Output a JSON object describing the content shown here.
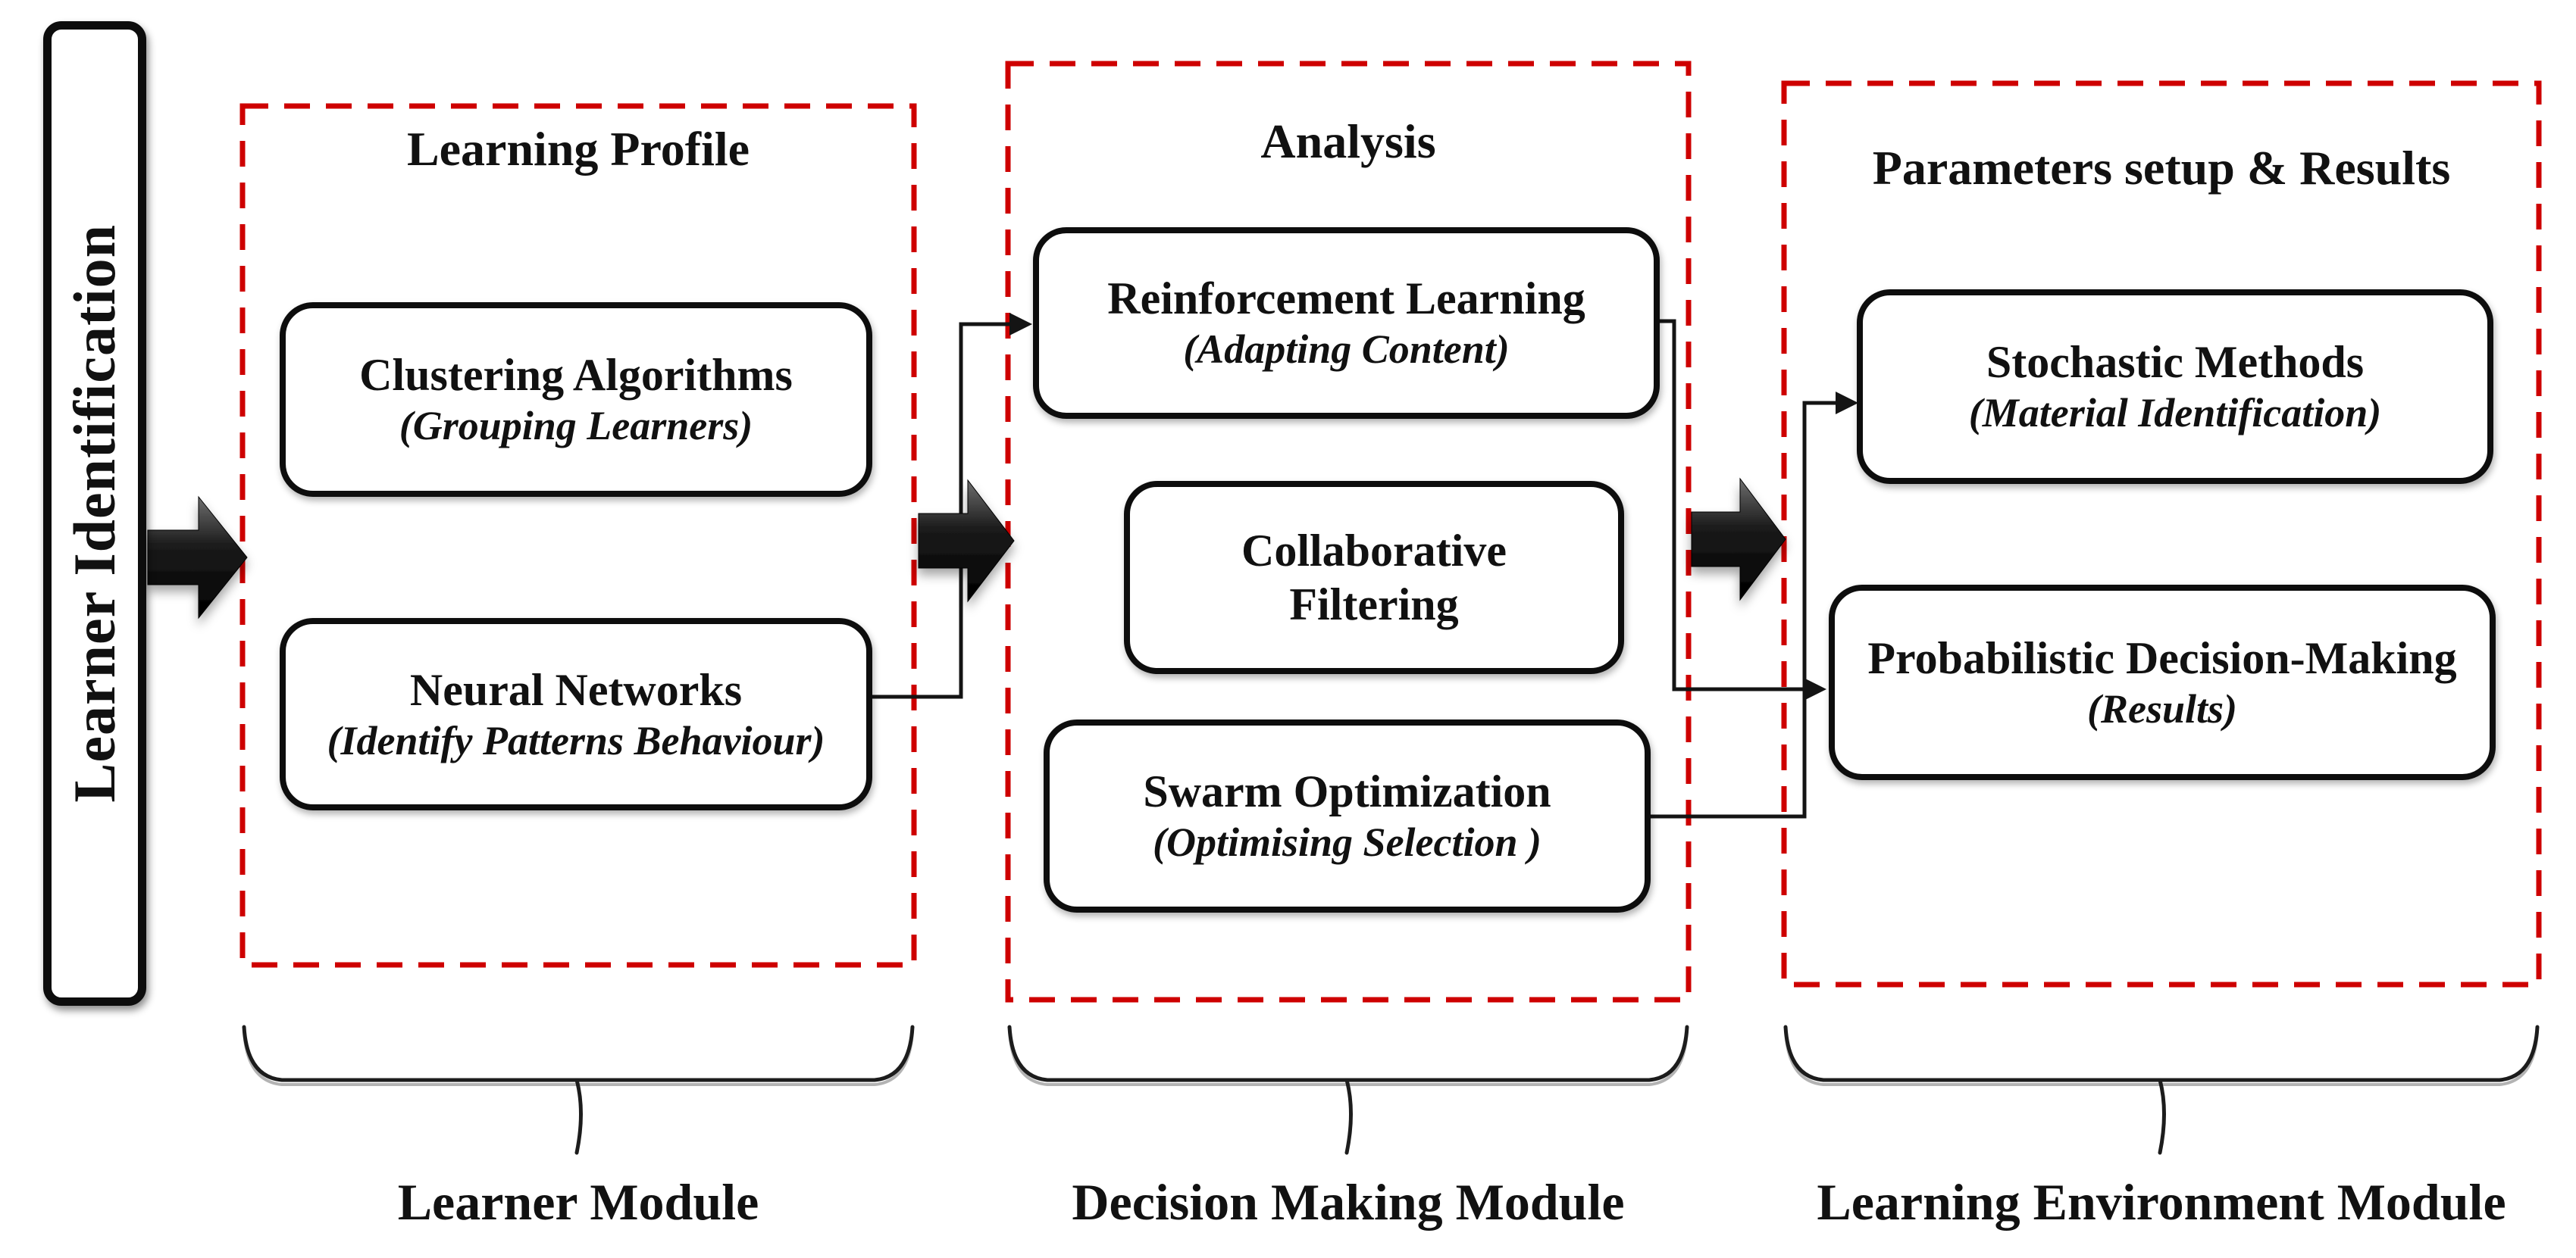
{
  "diagram": {
    "entry_label": "Learner Identification",
    "modules": [
      {
        "header": "Learning Profile",
        "caption": "Learner Module",
        "boxes": [
          {
            "line1": "Clustering Algorithms",
            "line2": "(Grouping Learners)"
          },
          {
            "line1": "Neural Networks",
            "line2": "(Identify Patterns Behaviour)"
          }
        ]
      },
      {
        "header": "Analysis",
        "caption": "Decision Making Module",
        "boxes": [
          {
            "line1": "Reinforcement Learning",
            "line2": "(Adapting Content)"
          },
          {
            "line1": "Collaborative",
            "line2": "Filtering"
          },
          {
            "line1": "Swarm Optimization",
            "line2": "(Optimising Selection )"
          }
        ]
      },
      {
        "header": "Parameters setup & Results",
        "caption": "Learning Environment Module",
        "boxes": [
          {
            "line1": "Stochastic Methods",
            "line2": "(Material Identification)"
          },
          {
            "line1": "Probabilistic Decision-Making",
            "line2": "(Results)"
          }
        ]
      }
    ],
    "colors": {
      "module_border_red": "#CE0000",
      "box_border": "#0D0D0D",
      "arrow_dark": "#000000",
      "arrow_light": "#6E6E6E",
      "text": "#111111",
      "background": "#FFFFFF"
    }
  }
}
